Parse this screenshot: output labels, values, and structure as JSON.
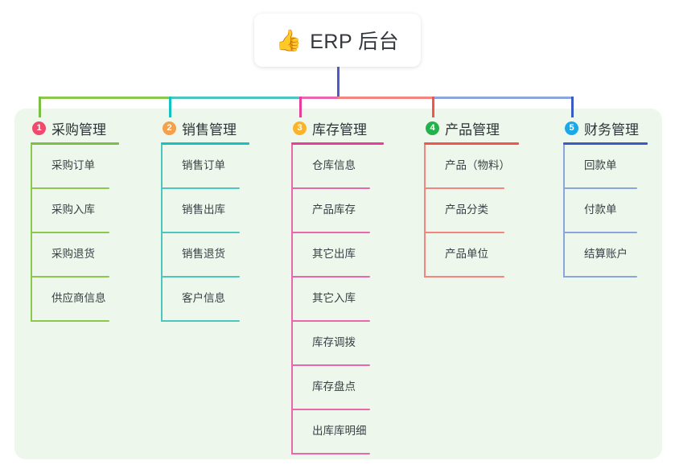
{
  "root": {
    "icon": "thumbs-up-emoji",
    "emoji": "👍",
    "title": "ERP 后台"
  },
  "theme": {
    "panel_bg": "#eef7ec",
    "card_bg": "#ffffff",
    "root_stem": "#4c5cc5",
    "text": "#3a3f45"
  },
  "branches": [
    {
      "number": "1",
      "label": "采购管理",
      "badge_color": "#f04a6e",
      "rule_color": "#7ac143",
      "line_color": "#8cc84b",
      "items": [
        {
          "label": "采购订单"
        },
        {
          "label": "采购入库"
        },
        {
          "label": "采购退货"
        },
        {
          "label": "供应商信息"
        }
      ]
    },
    {
      "number": "2",
      "label": "销售管理",
      "badge_color": "#f5a04a",
      "rule_color": "#13c2c2",
      "line_color": "#4ec5bf",
      "items": [
        {
          "label": "销售订单"
        },
        {
          "label": "销售出库"
        },
        {
          "label": "销售退货"
        },
        {
          "label": "客户信息"
        }
      ]
    },
    {
      "number": "3",
      "label": "库存管理",
      "badge_color": "#fbb429",
      "rule_color": "#e93d9b",
      "line_color": "#e868ab",
      "items": [
        {
          "label": "仓库信息"
        },
        {
          "label": "产品库存"
        },
        {
          "label": "其它出库"
        },
        {
          "label": "其它入库"
        },
        {
          "label": "库存调拨"
        },
        {
          "label": "库存盘点"
        },
        {
          "label": "出库库明细"
        }
      ]
    },
    {
      "number": "4",
      "label": "产品管理",
      "badge_color": "#22b24c",
      "rule_color": "#f5544c",
      "line_color": "#f4847e",
      "items": [
        {
          "label": "产品（物料）"
        },
        {
          "label": "产品分类"
        },
        {
          "label": "产品单位"
        }
      ]
    },
    {
      "number": "5",
      "label": "财务管理",
      "badge_color": "#1aa9e8",
      "rule_color": "#3b5bc4",
      "line_color": "#8ba6dd",
      "items": [
        {
          "label": "回款单"
        },
        {
          "label": "付款单"
        },
        {
          "label": "结算账户"
        }
      ]
    }
  ]
}
